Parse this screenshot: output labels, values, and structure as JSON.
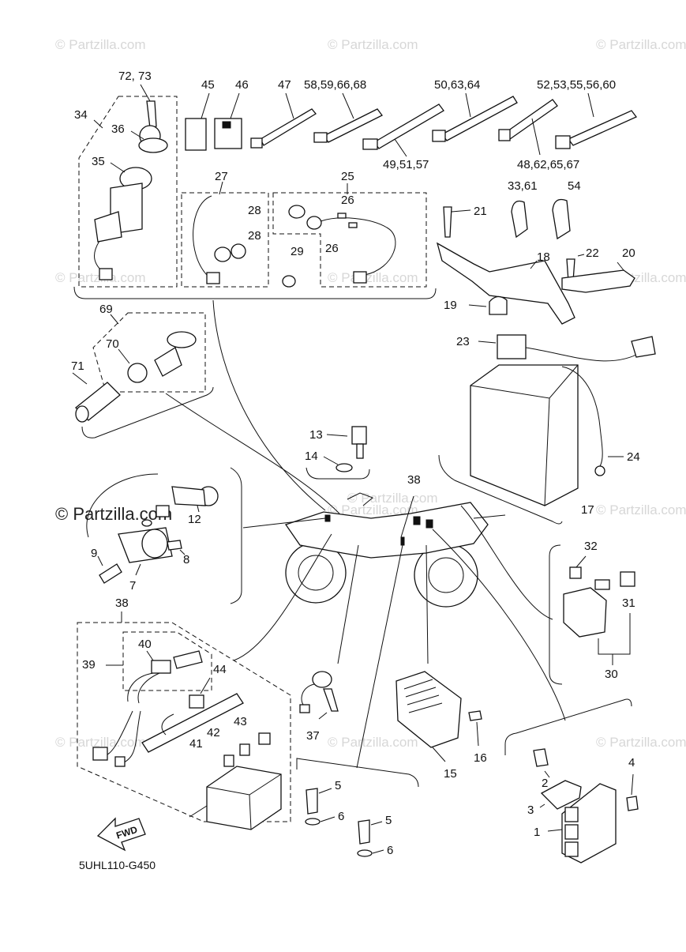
{
  "watermarks": [
    "© Partzilla.com",
    "© Partzilla.com",
    "© Partzilla.com",
    "© Partzilla.com",
    "© Partzilla.com",
    "© Partzilla.com",
    "© Partzilla.com",
    "© Partzilla.com",
    "© Partzilla.com",
    "© Partzilla.com",
    "© Partzilla.com",
    "© Partzilla.com"
  ],
  "center_watermark": "© Partzilla.com",
  "diagram_code": "5UHL110-G450",
  "fwd_label": "FWD",
  "callouts": {
    "c72_73": "72, 73",
    "c34": "34",
    "c36": "36",
    "c35": "35",
    "c45": "45",
    "c46": "46",
    "c47": "47",
    "c58": "58,59,66,68",
    "c50": "50,63,64",
    "c52": "52,53,55,56,60",
    "c49": "49,51,57",
    "c48": "48,62,65,67",
    "c27": "27",
    "c28a": "28",
    "c28b": "28",
    "c25": "25",
    "c26a": "26",
    "c26b": "26",
    "c29": "29",
    "c33": "33,61",
    "c54": "54",
    "c21": "21",
    "c22": "22",
    "c20": "20",
    "c18": "18",
    "c19": "19",
    "c23": "23",
    "c24": "24",
    "c17": "17",
    "c69": "69",
    "c70": "70",
    "c71": "71",
    "c13": "13",
    "c14": "14",
    "c38a": "38",
    "c12": "12",
    "c9": "9",
    "c8": "8",
    "c7": "7",
    "c32": "32",
    "c31": "31",
    "c30": "30",
    "c38b": "38",
    "c39": "39",
    "c40": "40",
    "c44": "44",
    "c43": "43",
    "c42": "42",
    "c41": "41",
    "c37": "37",
    "c16": "16",
    "c15": "15",
    "c5a": "5",
    "c6a": "6",
    "c5b": "5",
    "c6b": "6",
    "c4": "4",
    "c2": "2",
    "c3": "3",
    "c1": "1"
  }
}
